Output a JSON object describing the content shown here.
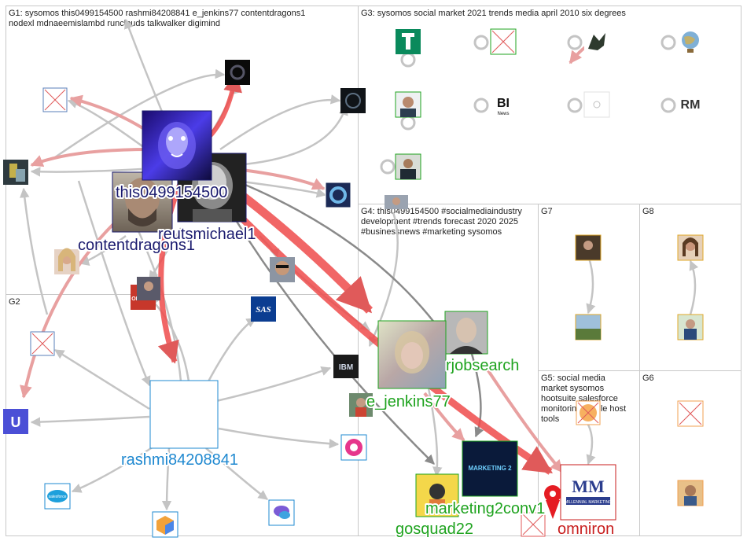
{
  "groups": [
    {
      "id": "G1",
      "lines": [
        "G1: sysomos this0499154500 rashmi84208841 e_jenkins77 contentdragons1",
        "nodexl mdnaeemislambd runclouds talkwalker digimind"
      ]
    },
    {
      "id": "G2",
      "lines": [
        "G2"
      ]
    },
    {
      "id": "G3",
      "lines": [
        "G3: sysomos social market 2021 trends media april 2010 six degrees"
      ]
    },
    {
      "id": "G4",
      "lines": [
        "G4: this0499154500 #socialmediaindustry",
        "development #trends forecast 2020 2025",
        "#businessnews #marketing sysomos"
      ]
    },
    {
      "id": "G5",
      "lines": [
        "G5: social media",
        "market sysomos",
        "hootsuite salesforce",
        "monitoring oracle host",
        "tools"
      ]
    },
    {
      "id": "G6",
      "lines": [
        "G6"
      ]
    },
    {
      "id": "G7",
      "lines": [
        "G7"
      ]
    },
    {
      "id": "G8",
      "lines": [
        "G8"
      ]
    }
  ],
  "labels": {
    "this0499154500": "this0499154500",
    "reutsmichael1": "reutsmichael1",
    "contentdragons1": "contentdragons1",
    "rashmi84208841": "rashmi84208841",
    "rjobsearch": "rjobsearch",
    "e_jenkins77": "e_jenkins77",
    "marketing2conv1": "marketing2conv1",
    "gosquad22": "gosquad22",
    "omniron": "omniron"
  },
  "icons": {
    "bi_text": "BI",
    "bi_sub": "News",
    "ibm_text": "IBM",
    "sas_text": "SAS",
    "oracle_text": "ORACLE",
    "salesforce_text": "salesforce",
    "marketing2_text": "MARKETING 2",
    "mm_text": "MM",
    "mm_sub": "MILLENNIAL MARKETING",
    "rm_text": "RM",
    "unito_text": "U"
  },
  "colors": {
    "panel_border": "#c8c8c8",
    "edge_gray": "#c4c4c4",
    "edge_dark": "#8a8a8a",
    "edge_red": "#e05a5a",
    "edge_red_light": "#e8a0a0",
    "label_navy": "#1a1a6e",
    "label_blue": "#1e88d0",
    "label_green": "#1fa31f",
    "label_red": "#c81e1e"
  }
}
